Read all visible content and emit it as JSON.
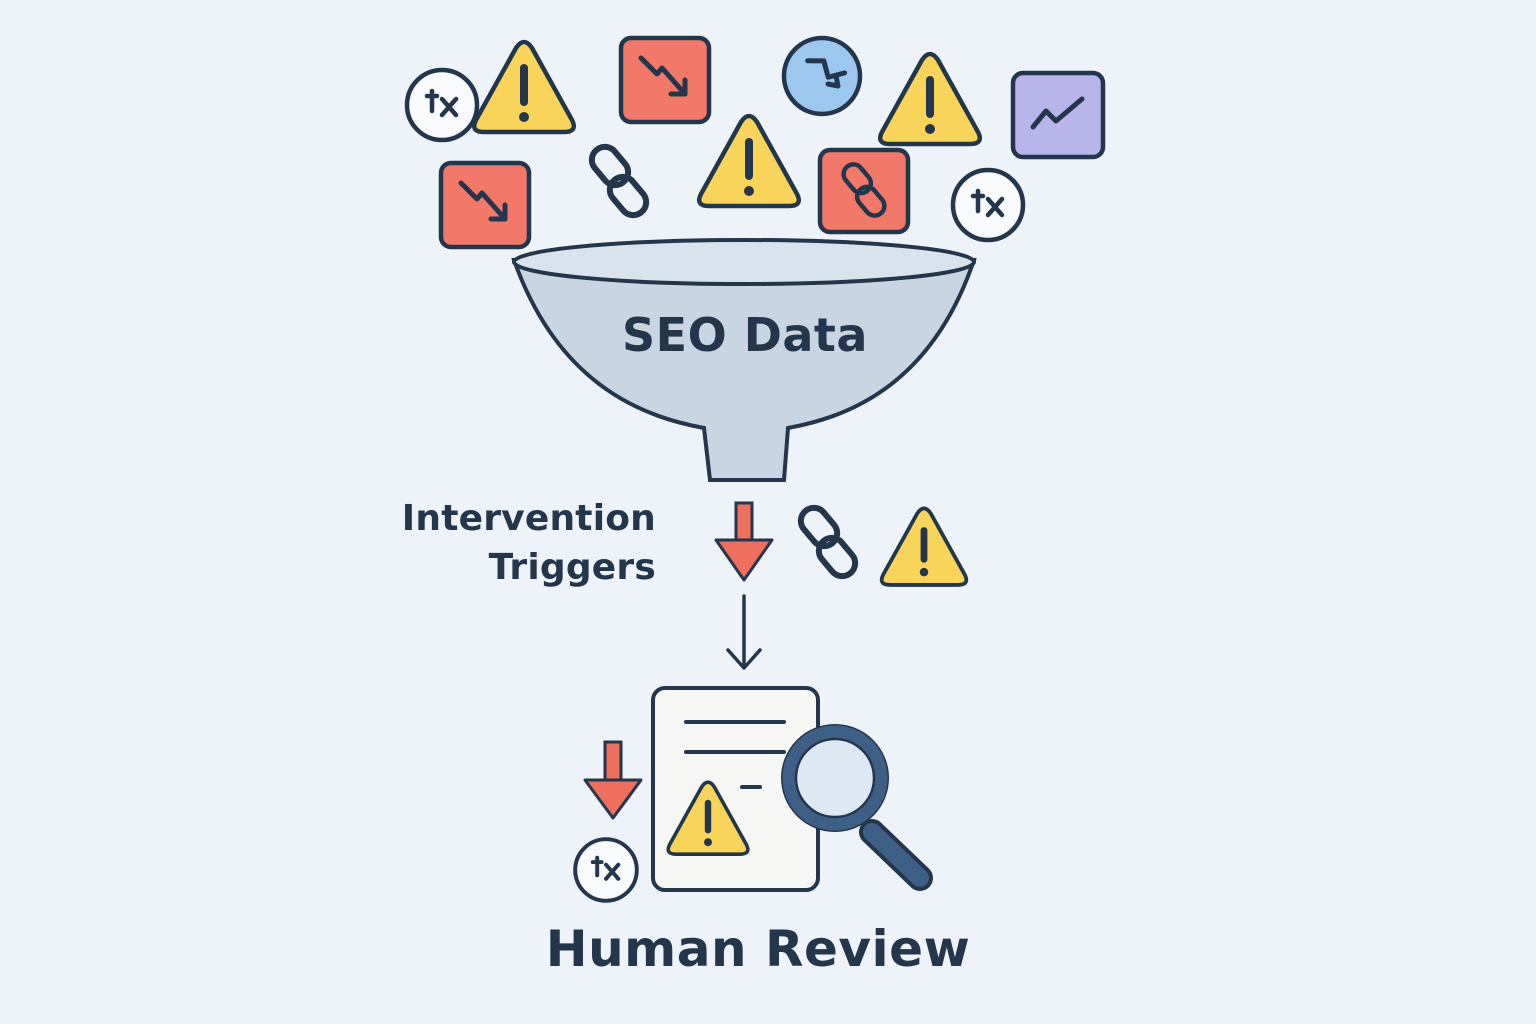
{
  "diagram": {
    "funnel_label": "SEO Data",
    "trigger_label_line1": "Intervention",
    "trigger_label_line2": "Triggers",
    "review_label": "Human Review"
  },
  "icons": {
    "warning": "warning-triangle-icon",
    "declining": "declining-trend-icon",
    "broken_link": "broken-link-icon",
    "formula": "formula-icon",
    "trend": "trend-line-icon",
    "document": "document-icon",
    "magnifier": "magnifying-glass-icon"
  },
  "colors": {
    "background": "#eef3f9",
    "outline": "#24364c",
    "warning_yellow": "#f9d45a",
    "alert_red": "#f2786a",
    "trend_blue": "#9cc8f0",
    "trend_purple": "#b7b5ea",
    "funnel_fill": "#c8d5e3",
    "arrow_red": "#ef6f5e"
  }
}
